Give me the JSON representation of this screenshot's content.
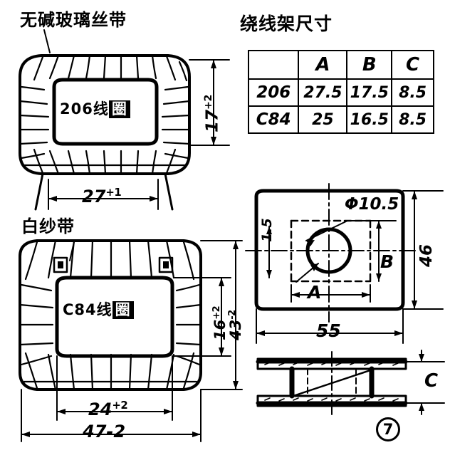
{
  "drawing": {
    "figure_number": "7",
    "table_title": "绕线架尺寸",
    "ink_color": "#000000",
    "paper_color": "#ffffff"
  },
  "table": {
    "headers": [
      "",
      "A",
      "B",
      "C"
    ],
    "rows": [
      {
        "name": "206",
        "A": "27.5",
        "B": "17.5",
        "C": "8.5"
      },
      {
        "name": "C84",
        "A": "25",
        "B": "16.5",
        "C": "8.5"
      }
    ]
  },
  "coil_top": {
    "callout": "无碱玻璃丝带",
    "body_label_text": "206线",
    "body_label_boxed": "圈",
    "width_dim": "27",
    "width_tol": "+1",
    "height_dim": "17",
    "height_tol": "+2"
  },
  "coil_bottom": {
    "callout": "白纱带",
    "body_label_text": "C84线",
    "body_label_boxed": "圈",
    "inner_width_dim": "24",
    "inner_width_tol": "+2",
    "outer_width_dim": "47-2",
    "inner_height_dim": "16",
    "inner_height_tol": "+2",
    "outer_height_dim": "43",
    "outer_height_tol": "-2"
  },
  "bobbin_front": {
    "hole_dim": "Φ10.5",
    "thickness_dim": "1.5",
    "width_dim": "55",
    "height_dim": "46",
    "marker_a": "A",
    "marker_b": "B"
  },
  "bobbin_section": {
    "height_dim": "C"
  }
}
